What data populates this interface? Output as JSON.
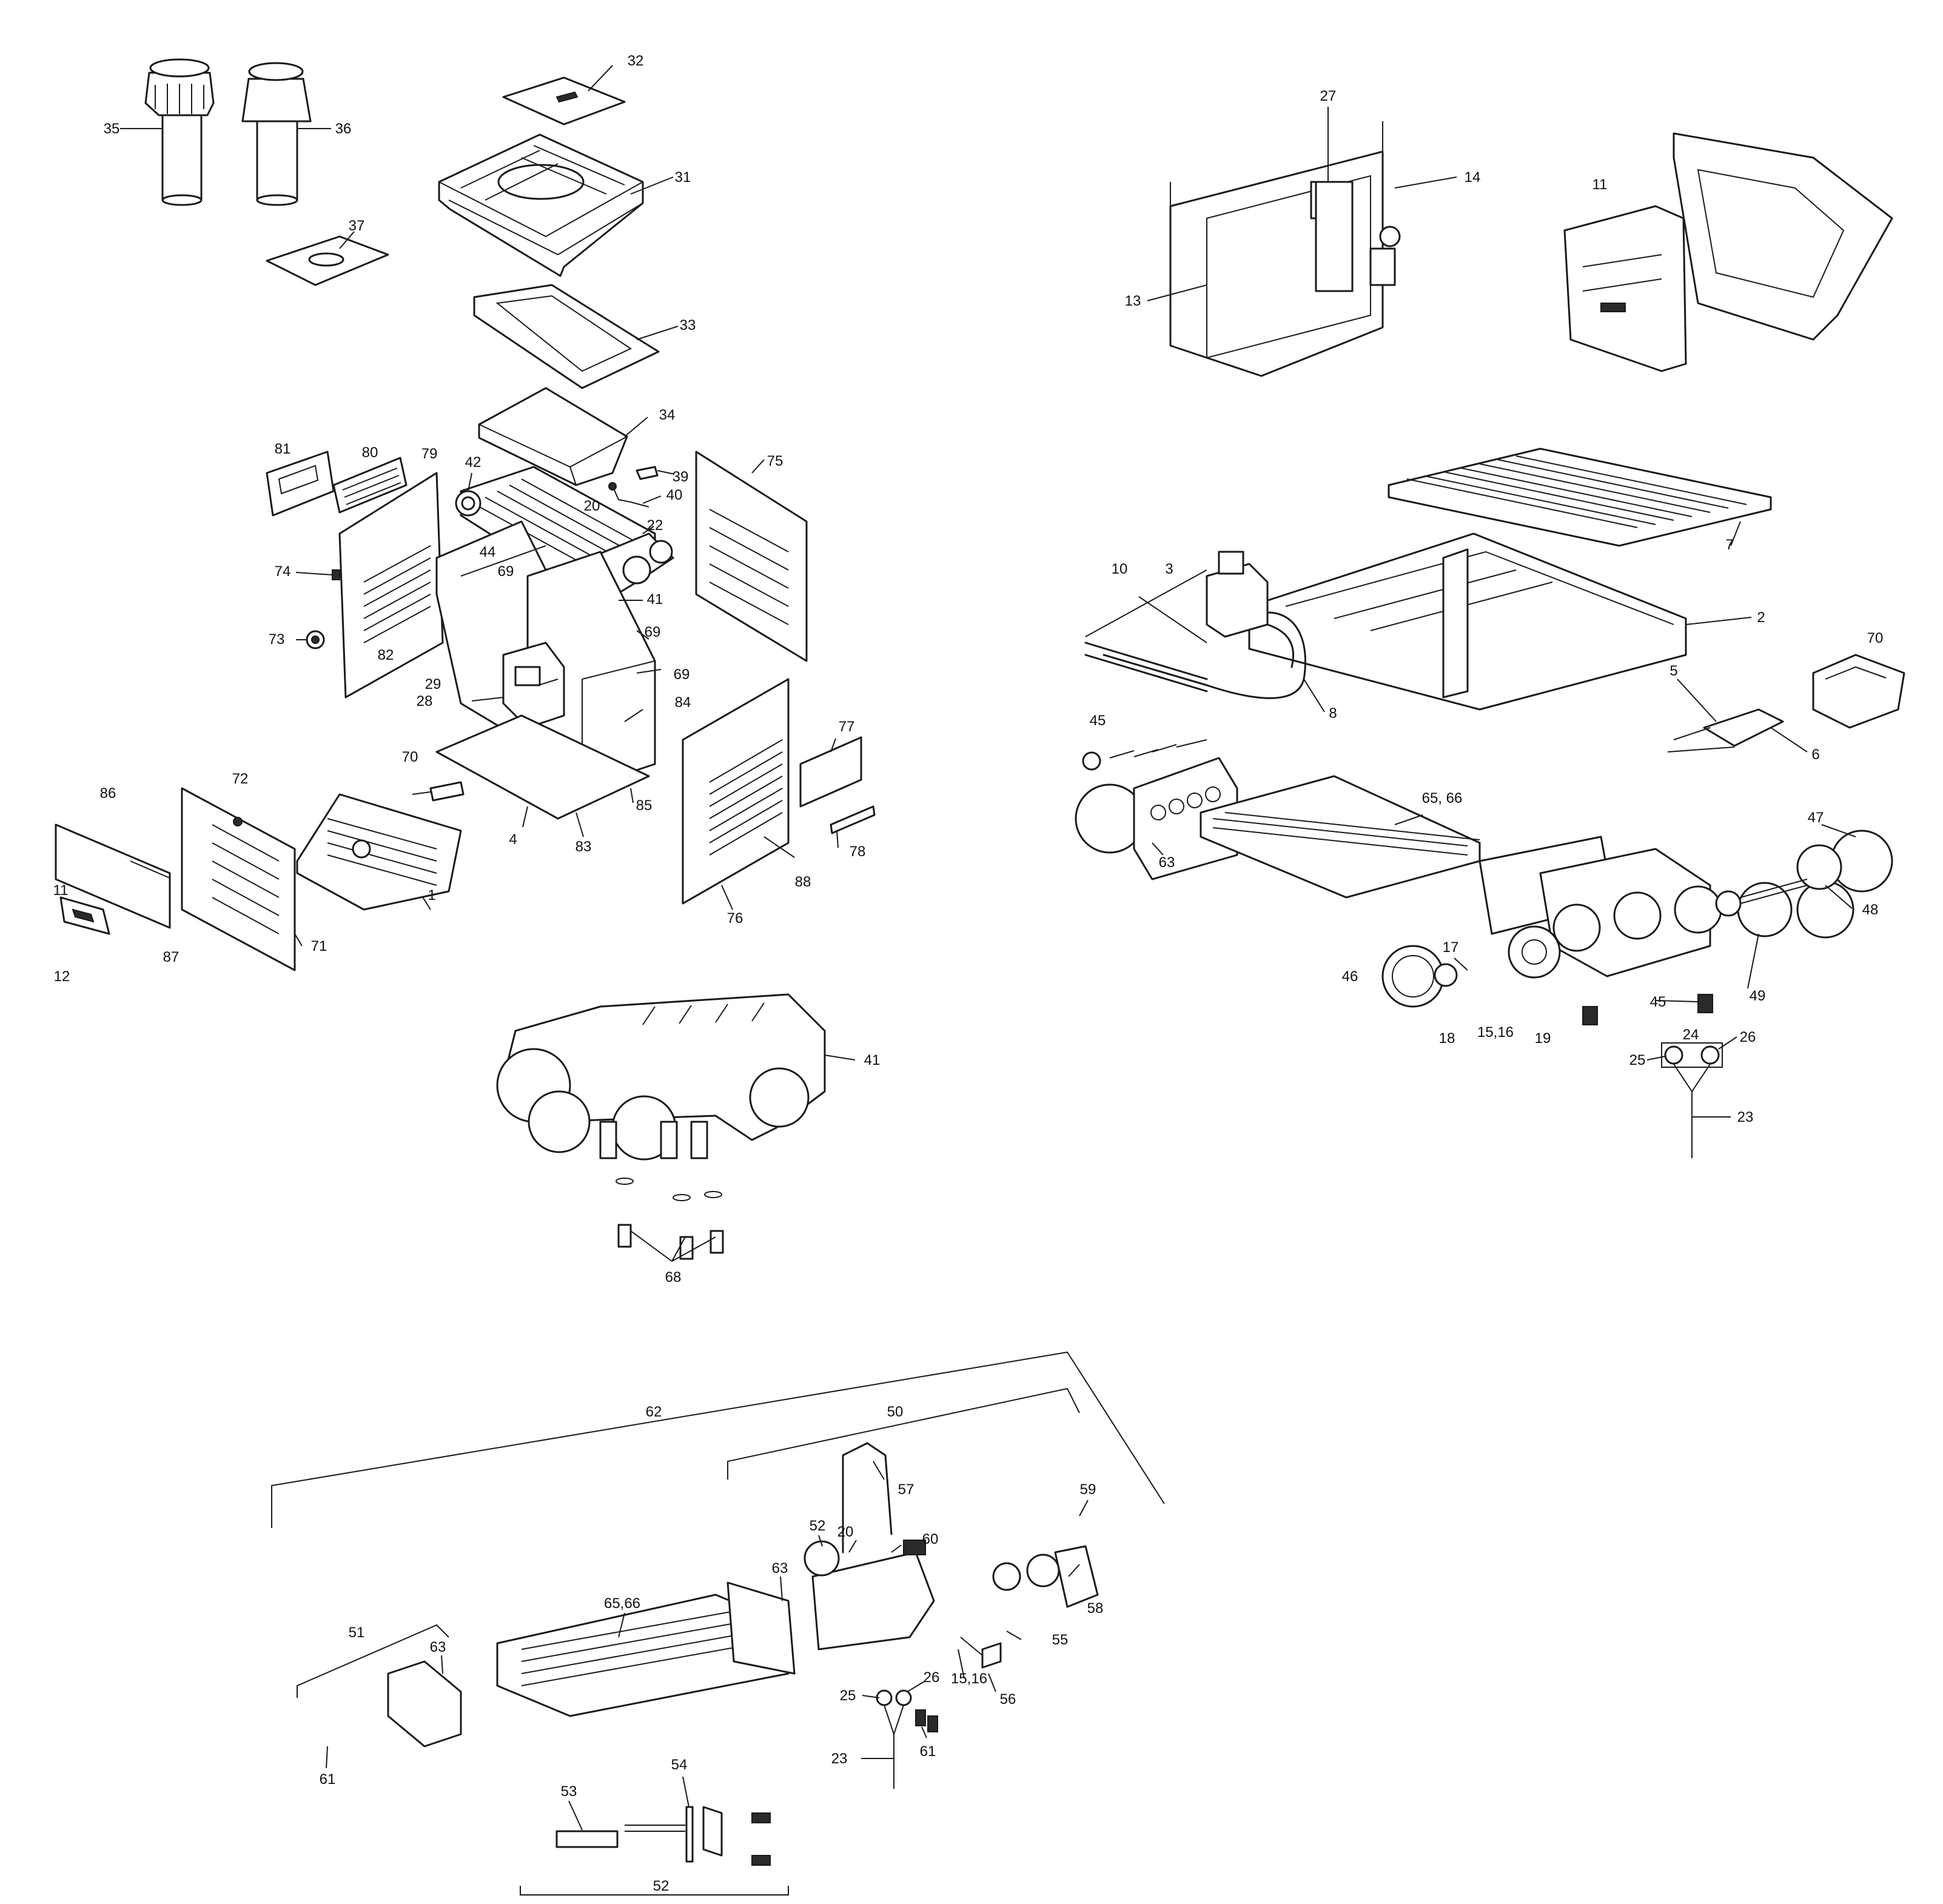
{
  "callouts": [
    {
      "id": "c32",
      "text": "32"
    },
    {
      "id": "c35",
      "text": "35"
    },
    {
      "id": "c36",
      "text": "36"
    },
    {
      "id": "c31",
      "text": "31"
    },
    {
      "id": "c37",
      "text": "37"
    },
    {
      "id": "c33",
      "text": "33"
    },
    {
      "id": "c34",
      "text": "34"
    },
    {
      "id": "c81",
      "text": "81"
    },
    {
      "id": "c80",
      "text": "80"
    },
    {
      "id": "c79",
      "text": "79"
    },
    {
      "id": "c42",
      "text": "42"
    },
    {
      "id": "c39",
      "text": "39"
    },
    {
      "id": "c20a",
      "text": "20"
    },
    {
      "id": "c40",
      "text": "40"
    },
    {
      "id": "c75",
      "text": "75"
    },
    {
      "id": "c22",
      "text": "22"
    },
    {
      "id": "c44",
      "text": "44"
    },
    {
      "id": "c74",
      "text": "74"
    },
    {
      "id": "c69a",
      "text": "69"
    },
    {
      "id": "c41a",
      "text": "41"
    },
    {
      "id": "c73",
      "text": "73"
    },
    {
      "id": "c69b",
      "text": "69"
    },
    {
      "id": "c69c",
      "text": "69"
    },
    {
      "id": "c82",
      "text": "82"
    },
    {
      "id": "c29",
      "text": "29"
    },
    {
      "id": "c28",
      "text": "28"
    },
    {
      "id": "c84",
      "text": "84"
    },
    {
      "id": "c77",
      "text": "77"
    },
    {
      "id": "c70a",
      "text": "70"
    },
    {
      "id": "c86",
      "text": "86"
    },
    {
      "id": "c72",
      "text": "72"
    },
    {
      "id": "c85",
      "text": "85"
    },
    {
      "id": "c4",
      "text": "4"
    },
    {
      "id": "c83",
      "text": "83"
    },
    {
      "id": "c78",
      "text": "78"
    },
    {
      "id": "c1",
      "text": "1"
    },
    {
      "id": "c88",
      "text": "88"
    },
    {
      "id": "c11a",
      "text": "11"
    },
    {
      "id": "c76",
      "text": "76"
    },
    {
      "id": "c71",
      "text": "71"
    },
    {
      "id": "c87",
      "text": "87"
    },
    {
      "id": "c12",
      "text": "12"
    },
    {
      "id": "c41b",
      "text": "41"
    },
    {
      "id": "c68",
      "text": "68"
    },
    {
      "id": "c27",
      "text": "27"
    },
    {
      "id": "c14",
      "text": "14"
    },
    {
      "id": "c13",
      "text": "13"
    },
    {
      "id": "c11b",
      "text": "11"
    },
    {
      "id": "c7",
      "text": "7"
    },
    {
      "id": "c10",
      "text": "10"
    },
    {
      "id": "c3",
      "text": "3"
    },
    {
      "id": "c2",
      "text": "2"
    },
    {
      "id": "c70b",
      "text": "70"
    },
    {
      "id": "c8",
      "text": "8"
    },
    {
      "id": "c5",
      "text": "5"
    },
    {
      "id": "c45a",
      "text": "45"
    },
    {
      "id": "c6",
      "text": "6"
    },
    {
      "id": "c6566a",
      "text": "65, 66"
    },
    {
      "id": "c63a",
      "text": "63"
    },
    {
      "id": "c47",
      "text": "47"
    },
    {
      "id": "c48",
      "text": "48"
    },
    {
      "id": "c17",
      "text": "17"
    },
    {
      "id": "c46",
      "text": "46"
    },
    {
      "id": "c45b",
      "text": "45"
    },
    {
      "id": "c49",
      "text": "49"
    },
    {
      "id": "c18",
      "text": "18"
    },
    {
      "id": "c1516a",
      "text": "15,16"
    },
    {
      "id": "c19",
      "text": "19"
    },
    {
      "id": "c24a",
      "text": "24"
    },
    {
      "id": "c25a",
      "text": "25"
    },
    {
      "id": "c26a",
      "text": "26"
    },
    {
      "id": "c23a",
      "text": "23"
    },
    {
      "id": "c62",
      "text": "62"
    },
    {
      "id": "c50",
      "text": "50"
    },
    {
      "id": "c57",
      "text": "57"
    },
    {
      "id": "c59",
      "text": "59"
    },
    {
      "id": "c52a",
      "text": "52"
    },
    {
      "id": "c20b",
      "text": "20"
    },
    {
      "id": "c60",
      "text": "60"
    },
    {
      "id": "c63b",
      "text": "63"
    },
    {
      "id": "c6566b",
      "text": "65,66"
    },
    {
      "id": "c58",
      "text": "58"
    },
    {
      "id": "c51",
      "text": "51"
    },
    {
      "id": "c55",
      "text": "55"
    },
    {
      "id": "c63c",
      "text": "63"
    },
    {
      "id": "c1516b",
      "text": "15,16"
    },
    {
      "id": "c26b",
      "text": "26"
    },
    {
      "id": "c25b",
      "text": "25"
    },
    {
      "id": "c56",
      "text": "56"
    },
    {
      "id": "c61a",
      "text": "61"
    },
    {
      "id": "c23b",
      "text": "23"
    },
    {
      "id": "c61b",
      "text": "61"
    },
    {
      "id": "c54",
      "text": "54"
    },
    {
      "id": "c53",
      "text": "53"
    },
    {
      "id": "c52b",
      "text": "52"
    }
  ]
}
